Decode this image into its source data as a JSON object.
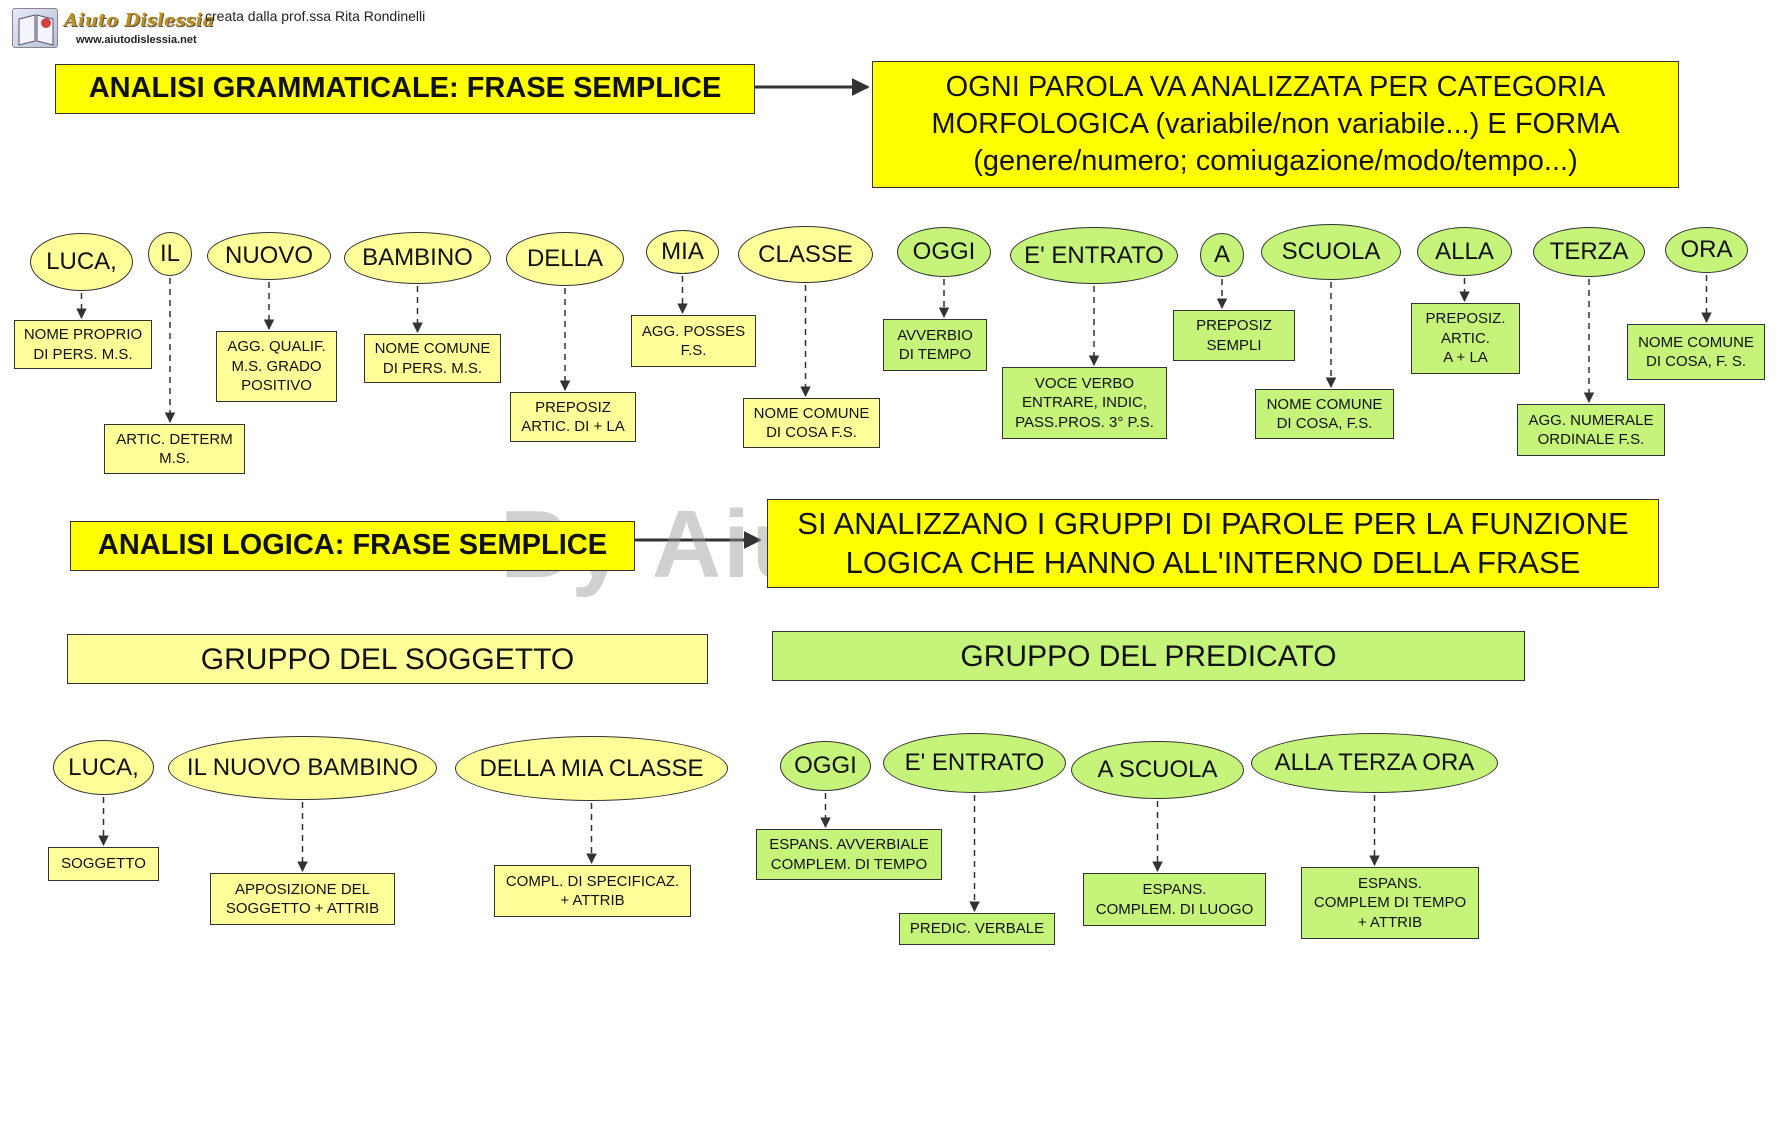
{
  "header": {
    "logo_name": "Aiuto Dislessia",
    "logo_url": "www.aiutodislessia.net",
    "credit": "creata dalla prof.ssa Rita Rondinelli"
  },
  "grammatical": {
    "title": "ANALISI GRAMMATICALE: FRASE SEMPLICE",
    "description": "OGNI PAROLA VA ANALIZZATA PER CATEGORIA\nMORFOLOGICA (variabile/non variabile...) E FORMA\n(genere/numero; comiugazione/modo/tempo...)",
    "words": [
      {
        "word": "LUCA,",
        "analysis": "NOME PROPRIO\nDI PERS. M.S."
      },
      {
        "word": "IL",
        "analysis": "ARTIC. DETERM\nM.S."
      },
      {
        "word": "NUOVO",
        "analysis": "AGG. QUALIF.\nM.S. GRADO\nPOSITIVO"
      },
      {
        "word": "BAMBINO",
        "analysis": "NOME COMUNE\nDI PERS. M.S."
      },
      {
        "word": "DELLA",
        "analysis": "PREPOSIZ\nARTIC. DI + LA"
      },
      {
        "word": "MIA",
        "analysis": "AGG. POSSES\nF.S."
      },
      {
        "word": "CLASSE",
        "analysis": "NOME COMUNE\nDI COSA F.S."
      },
      {
        "word": "OGGI",
        "analysis": "AVVERBIO\nDI TEMPO"
      },
      {
        "word": "E' ENTRATO",
        "analysis": "VOCE VERBO\nENTRARE, INDIC,\nPASS.PROS. 3° P.S."
      },
      {
        "word": "A",
        "analysis": "PREPOSIZ\nSEMPLI"
      },
      {
        "word": "SCUOLA",
        "analysis": "NOME COMUNE\nDI COSA, F.S."
      },
      {
        "word": "ALLA",
        "analysis": "PREPOSIZ.\nARTIC.\nA + LA"
      },
      {
        "word": "TERZA",
        "analysis": "AGG. NUMERALE\nORDINALE F.S."
      },
      {
        "word": "ORA",
        "analysis": "NOME COMUNE\nDI COSA, F. S."
      }
    ]
  },
  "logical": {
    "title": "ANALISI LOGICA: FRASE SEMPLICE",
    "description": "SI ANALIZZANO I GRUPPI DI PAROLE PER LA FUNZIONE\nLOGICA CHE HANNO ALL'INTERNO DELLA FRASE",
    "subject_group": "GRUPPO DEL SOGGETTO",
    "predicate_group": "GRUPPO DEL PREDICATO",
    "groups": [
      {
        "phrase": "LUCA,",
        "function": "SOGGETTO"
      },
      {
        "phrase": "IL NUOVO BAMBINO",
        "function": "APPOSIZIONE DEL\nSOGGETTO + ATTRIB"
      },
      {
        "phrase": "DELLA MIA CLASSE",
        "function": "COMPL. DI SPECIFICAZ.\n+ ATTRIB"
      },
      {
        "phrase": "OGGI",
        "function": "ESPANS. AVVERBIALE\nCOMPLEM. DI TEMPO"
      },
      {
        "phrase": "E' ENTRATO",
        "function": "PREDIC. VERBALE"
      },
      {
        "phrase": "A SCUOLA",
        "function": "ESPANS.\nCOMPLEM. DI LUOGO"
      },
      {
        "phrase": "ALLA TERZA ORA",
        "function": "ESPANS.\nCOMPLEM DI TEMPO\n+ ATTRIB"
      }
    ]
  },
  "watermark": "By AiutoDislessia.net",
  "colors": {
    "title_yellow": "#ffff00",
    "light_yellow": "#ffff99",
    "light_green": "#c6f47a",
    "border": "#333333"
  }
}
